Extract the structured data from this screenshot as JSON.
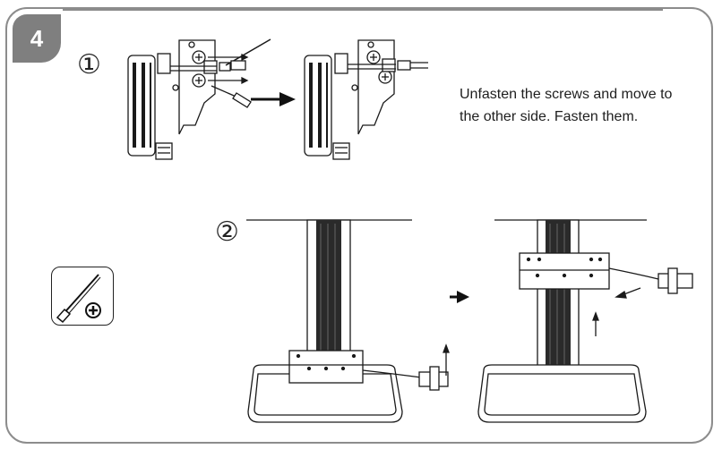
{
  "step_number": "4",
  "sub_steps": [
    {
      "marker": "①"
    },
    {
      "marker": "②"
    }
  ],
  "instruction": "Unfasten the screws and move to the other side. Fasten them.",
  "icons": {
    "tool": "screwdriver-phillips-icon",
    "arrow": "right-arrow-icon"
  },
  "colors": {
    "frame": "#8c8c8c",
    "badge": "#7f7f7f",
    "line_art": "#1a1a1a"
  }
}
